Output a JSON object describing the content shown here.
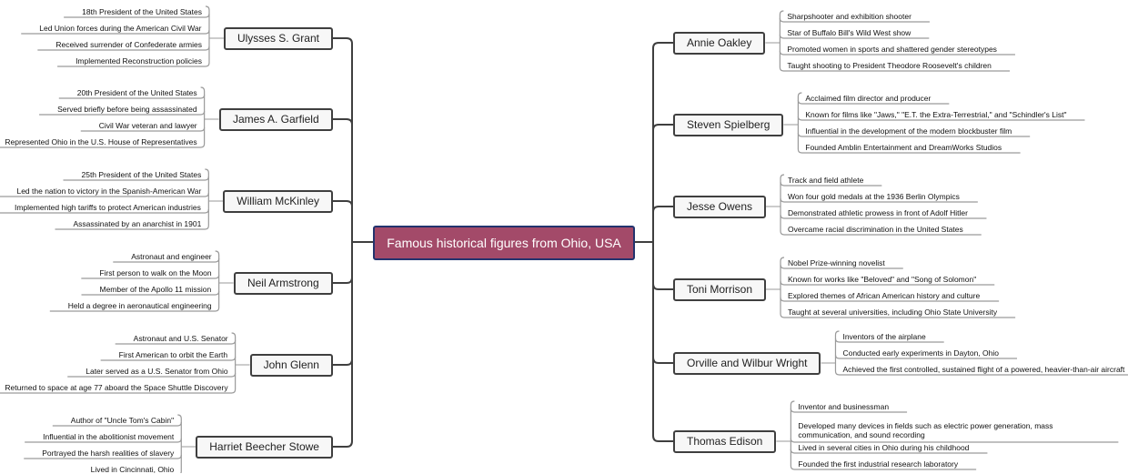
{
  "central": {
    "label": "Famous historical figures from Ohio, USA",
    "fill_color": "#a34a69",
    "border_color": "#23336e"
  },
  "colors": {
    "branch_line": "#3f3f3f",
    "leaf_line": "#9a9a9a"
  },
  "left_branches": [
    {
      "label": "Ulysses S. Grant",
      "items": [
        "18th President of the United States",
        "Led Union forces during the American Civil War",
        "Received surrender of Confederate armies",
        "Implemented Reconstruction policies"
      ]
    },
    {
      "label": "James A. Garfield",
      "items": [
        "20th President of the United States",
        "Served briefly before being assassinated",
        "Civil War veteran and lawyer",
        "Represented Ohio in the U.S. House of Representatives"
      ]
    },
    {
      "label": "William McKinley",
      "items": [
        "25th President of the United States",
        "Led the nation to victory in the Spanish-American War",
        "Implemented high tariffs to protect American industries",
        "Assassinated by an anarchist in 1901"
      ]
    },
    {
      "label": "Neil Armstrong",
      "items": [
        "Astronaut and engineer",
        "First person to walk on the Moon",
        "Member of the Apollo 11 mission",
        "Held a degree in aeronautical engineering"
      ]
    },
    {
      "label": "John Glenn",
      "items": [
        "Astronaut and U.S. Senator",
        "First American to orbit the Earth",
        "Later served as a U.S. Senator from Ohio",
        "Returned to space at age 77 aboard the Space Shuttle Discovery"
      ]
    },
    {
      "label": "Harriet Beecher Stowe",
      "items": [
        "Author of \"Uncle Tom's Cabin\"",
        "Influential in the abolitionist movement",
        "Portrayed the harsh realities of slavery",
        "Lived in Cincinnati, Ohio"
      ]
    }
  ],
  "right_branches": [
    {
      "label": "Annie Oakley",
      "items": [
        "Sharpshooter and exhibition shooter",
        "Star of Buffalo Bill's Wild West show",
        "Promoted women in sports and shattered gender stereotypes",
        "Taught shooting to President Theodore Roosevelt's children"
      ]
    },
    {
      "label": "Steven Spielberg",
      "items": [
        "Acclaimed film director and producer",
        "Known for films like \"Jaws,\" \"E.T. the Extra-Terrestrial,\" and \"Schindler's List\"",
        "Influential in the development of the modern blockbuster film",
        "Founded Amblin Entertainment and DreamWorks Studios"
      ]
    },
    {
      "label": "Jesse Owens",
      "items": [
        "Track and field athlete",
        "Won four gold medals at the 1936 Berlin Olympics",
        "Demonstrated athletic prowess in front of Adolf Hitler",
        "Overcame racial discrimination in the United States"
      ]
    },
    {
      "label": "Toni Morrison",
      "items": [
        "Nobel Prize-winning novelist",
        "Known for works like \"Beloved\" and \"Song of Solomon\"",
        "Explored themes of African American history and culture",
        "Taught at several universities, including Ohio State University"
      ]
    },
    {
      "label": "Orville and Wilbur Wright",
      "items": [
        "Inventors of the airplane",
        "Conducted early experiments in Dayton, Ohio",
        "Achieved the first controlled, sustained flight of a powered, heavier-than-air aircraft"
      ]
    },
    {
      "label": "Thomas Edison",
      "items": [
        "Inventor and businessman",
        "Developed many devices in fields such as electric power generation, mass communication, and sound recording",
        "Lived in several cities in Ohio during his childhood",
        "Founded the first industrial research laboratory"
      ]
    }
  ]
}
